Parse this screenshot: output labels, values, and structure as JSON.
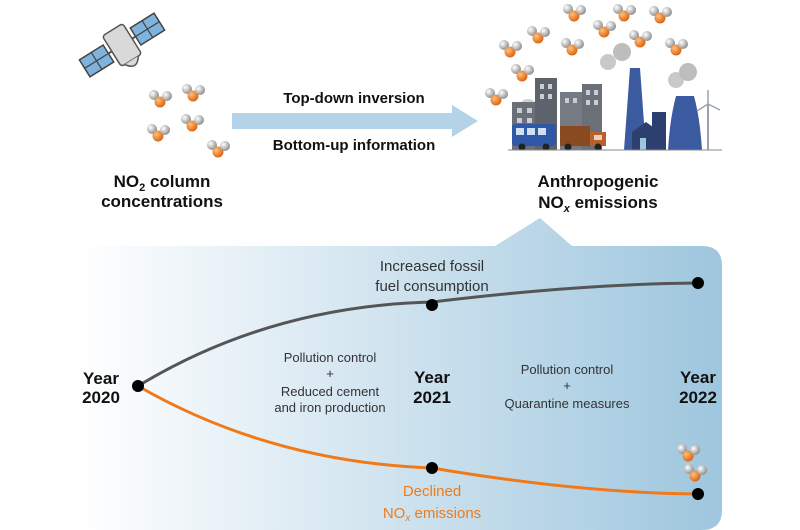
{
  "top": {
    "arrow_label_top": "Top-down inversion",
    "arrow_label_bottom": "Bottom-up information",
    "left_caption_line1_main": "NO",
    "left_caption_line1_sub": "2",
    "left_caption_line1_rest": " column",
    "left_caption_line2": "concentrations",
    "right_caption_line1": "Anthropogenic",
    "right_caption_line2_main": "NO",
    "right_caption_line2_sub": "x",
    "right_caption_line2_rest": " emissions"
  },
  "timeline": {
    "year_word": "Year",
    "years": [
      "2020",
      "2021",
      "2022"
    ],
    "upper_label_line1": "Increased fossil",
    "upper_label_line2": "fuel consumption",
    "middle_left_lines": [
      "Pollution control",
      "+",
      "Reduced cement",
      "and iron production"
    ],
    "middle_right_lines": [
      "Pollution control",
      "+",
      "Quarantine measures"
    ],
    "lower_label_line1": "Declined",
    "lower_label_line2_main": "NO",
    "lower_label_line2_sub": "x",
    "lower_label_line2_rest": " emissions"
  },
  "colors": {
    "upper_line": "#555555",
    "lower_line": "#f07a1a",
    "arrow": "#b4d3e8",
    "panel_dark": "#9ec6de",
    "panel_light": "#ffffff",
    "molecule_orange": "#e8731a",
    "building_gray": "#6b6f78",
    "building_blue": "#3c5aa0"
  },
  "icons": [
    "satellite-icon",
    "no2-molecule-icon",
    "city-icon",
    "factory-icon",
    "bus-icon",
    "truck-icon",
    "wind-turbine-icon"
  ]
}
